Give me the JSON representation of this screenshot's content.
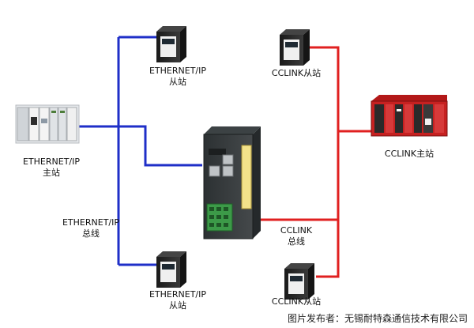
{
  "colors": {
    "ethernet_line": "#1f2fc8",
    "cclink_line": "#e02020"
  },
  "labels": {
    "eth_master_1": "ETHERNET/IP",
    "eth_master_2": "主站",
    "eth_slave_top_1": "ETHERNET/IP",
    "eth_slave_top_2": "从站",
    "eth_slave_bottom_1": "ETHERNET/IP",
    "eth_slave_bottom_2": "从站",
    "eth_bus_1": "ETHERNET/IP",
    "eth_bus_2": "总线",
    "cc_slave_top": "CCLINK从站",
    "cc_slave_bottom": "CCLINK从站",
    "cc_master": "CCLINK主站",
    "cc_bus_1": "CCLINK",
    "cc_bus_2": "总线"
  },
  "credit": "图片发布者：无锡耐特森通信技术有限公司",
  "icons": [
    "ethernet-ip-master-plc-icon",
    "cclink-master-plc-icon",
    "gateway-device-icon",
    "slave-module-icon"
  ]
}
